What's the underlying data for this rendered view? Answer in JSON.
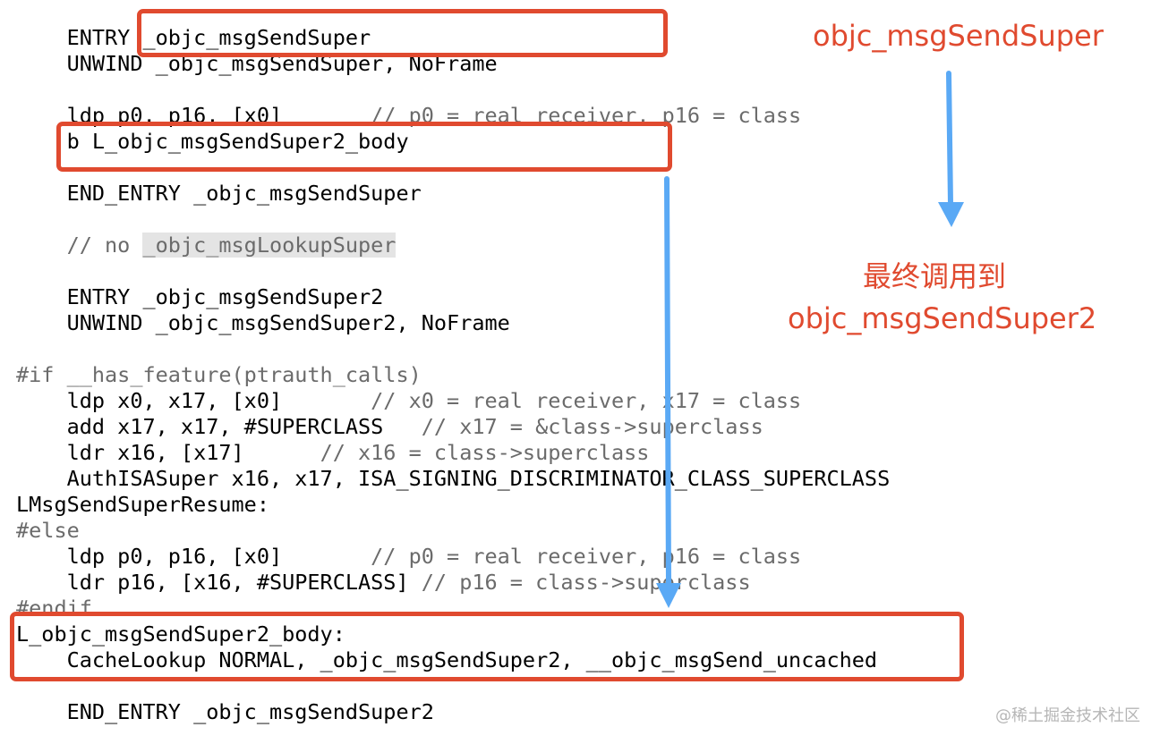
{
  "code_lines": [
    {
      "indent": "    ",
      "text": "ENTRY _objc_msgSendSuper",
      "comment": ""
    },
    {
      "indent": "    ",
      "text": "UNWIND _objc_msgSendSuper, NoFrame",
      "comment": ""
    },
    {
      "indent": "",
      "text": "",
      "comment": ""
    },
    {
      "indent": "    ",
      "text": "ldp p0, p16, [x0]       ",
      "comment": "// p0 = real receiver, p16 = class"
    },
    {
      "indent": "    ",
      "text": "b L_objc_msgSendSuper2_body",
      "comment": ""
    },
    {
      "indent": "",
      "text": "",
      "comment": ""
    },
    {
      "indent": "    ",
      "text": "END_ENTRY _objc_msgSendSuper",
      "comment": ""
    },
    {
      "indent": "",
      "text": "",
      "comment": ""
    },
    {
      "indent": "    ",
      "text": "",
      "comment": "// no ",
      "highlight": "_objc_msgLookupSuper"
    },
    {
      "indent": "",
      "text": "",
      "comment": ""
    },
    {
      "indent": "    ",
      "text": "ENTRY _objc_msgSendSuper2",
      "comment": ""
    },
    {
      "indent": "    ",
      "text": "UNWIND _objc_msgSendSuper2, NoFrame",
      "comment": ""
    },
    {
      "indent": "",
      "text": "",
      "comment": ""
    },
    {
      "indent": "",
      "text": "",
      "comment": "#if __has_feature(ptrauth_calls)"
    },
    {
      "indent": "    ",
      "text": "ldp x0, x17, [x0]       ",
      "comment": "// x0 = real receiver, x17 = class"
    },
    {
      "indent": "    ",
      "text": "add x17, x17, #SUPERCLASS   ",
      "comment": "// x17 = &class->superclass"
    },
    {
      "indent": "    ",
      "text": "ldr x16, [x17]      ",
      "comment": "// x16 = class->superclass"
    },
    {
      "indent": "    ",
      "text": "AuthISASuper x16, x17, ISA_SIGNING_DISCRIMINATOR_CLASS_SUPERCLASS",
      "comment": ""
    },
    {
      "indent": "",
      "text": "LMsgSendSuperResume:",
      "comment": ""
    },
    {
      "indent": "",
      "text": "",
      "comment": "#else"
    },
    {
      "indent": "    ",
      "text": "ldp p0, p16, [x0]       ",
      "comment": "// p0 = real receiver, p16 = class"
    },
    {
      "indent": "    ",
      "text": "ldr p16, [x16, #SUPERCLASS] ",
      "comment": "// p16 = class->superclass"
    },
    {
      "indent": "",
      "text": "",
      "comment": "#endif"
    },
    {
      "indent": "",
      "text": "L_objc_msgSendSuper2_body:",
      "comment": ""
    },
    {
      "indent": "    ",
      "text": "CacheLookup NORMAL, _objc_msgSendSuper2, __objc_msgSend_uncached",
      "comment": ""
    },
    {
      "indent": "",
      "text": "",
      "comment": ""
    },
    {
      "indent": "    ",
      "text": "END_ENTRY _objc_msgSendSuper2",
      "comment": ""
    }
  ],
  "annotations": {
    "top_label": "objc_msgSendSuper",
    "mid_label_line1": "最终调用到",
    "mid_label_line2": "objc_msgSendSuper2"
  },
  "watermark": "@稀土掘金技术社区",
  "colors": {
    "code_text": "#000000",
    "comment": "#6b6b6b",
    "annotation_red": "#e04a2f",
    "arrow_blue": "#5aa9f5",
    "highlight_bg": "#e4e4e4"
  }
}
